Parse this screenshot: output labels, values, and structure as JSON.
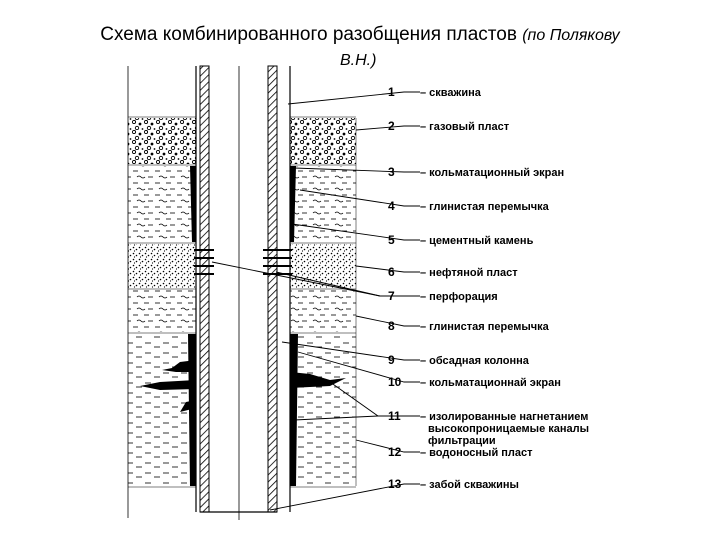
{
  "title": {
    "main": "Схема комбинированного разобщения пластов",
    "author_part1": "(по Полякову",
    "author_part2": "В.Н.)"
  },
  "legend": [
    {
      "num": "1",
      "lines": [
        "– скважина"
      ]
    },
    {
      "num": "2",
      "lines": [
        "– газовый пласт"
      ]
    },
    {
      "num": "3",
      "lines": [
        "– кольматационный экран"
      ]
    },
    {
      "num": "4",
      "lines": [
        "– глинистая перемычка"
      ]
    },
    {
      "num": "5",
      "lines": [
        "– цементный камень"
      ]
    },
    {
      "num": "6",
      "lines": [
        "– нефтяной пласт"
      ]
    },
    {
      "num": "7",
      "lines": [
        "– перфорация"
      ]
    },
    {
      "num": "8",
      "lines": [
        "– глинистая перемычка"
      ]
    },
    {
      "num": "9",
      "lines": [
        "– обсадная колонна"
      ]
    },
    {
      "num": "10",
      "lines": [
        "– кольматационнай экран"
      ]
    },
    {
      "num": "11",
      "lines": [
        "– изолированные нагнетанием",
        "высокопроницаемые каналы",
        "фильтрации"
      ]
    },
    {
      "num": "12",
      "lines": [
        "– водоносный пласт"
      ]
    },
    {
      "num": "13",
      "lines": [
        "– забой скважины"
      ]
    }
  ]
}
